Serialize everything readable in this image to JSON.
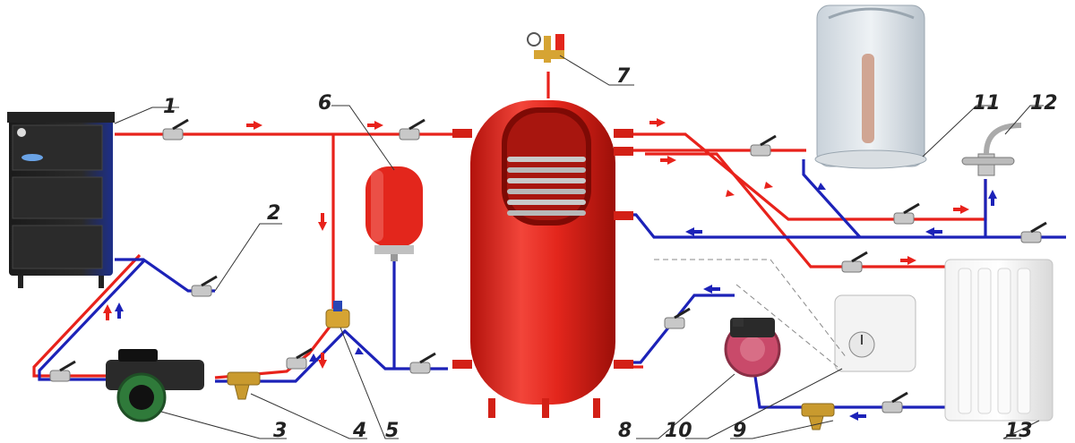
{
  "labels": [
    "1",
    "2",
    "3",
    "4",
    "5",
    "6",
    "7",
    "8",
    "9",
    "10",
    "11",
    "12",
    "13"
  ],
  "colors": {
    "hot_pipe": "#e8221b",
    "cold_pipe": "#1c22b8",
    "tank": "#e3261c",
    "boiler": "#1d2f8a"
  },
  "icons": [
    "boiler-icon",
    "ball-valve-icon",
    "circulation-pump-icon",
    "strainer-icon",
    "mixing-valve-icon",
    "expansion-tank-icon",
    "safety-group-icon",
    "buffer-tank-icon",
    "thermostat-icon",
    "shower-cabin-icon",
    "mixer-tap-icon",
    "radiator-icon"
  ]
}
